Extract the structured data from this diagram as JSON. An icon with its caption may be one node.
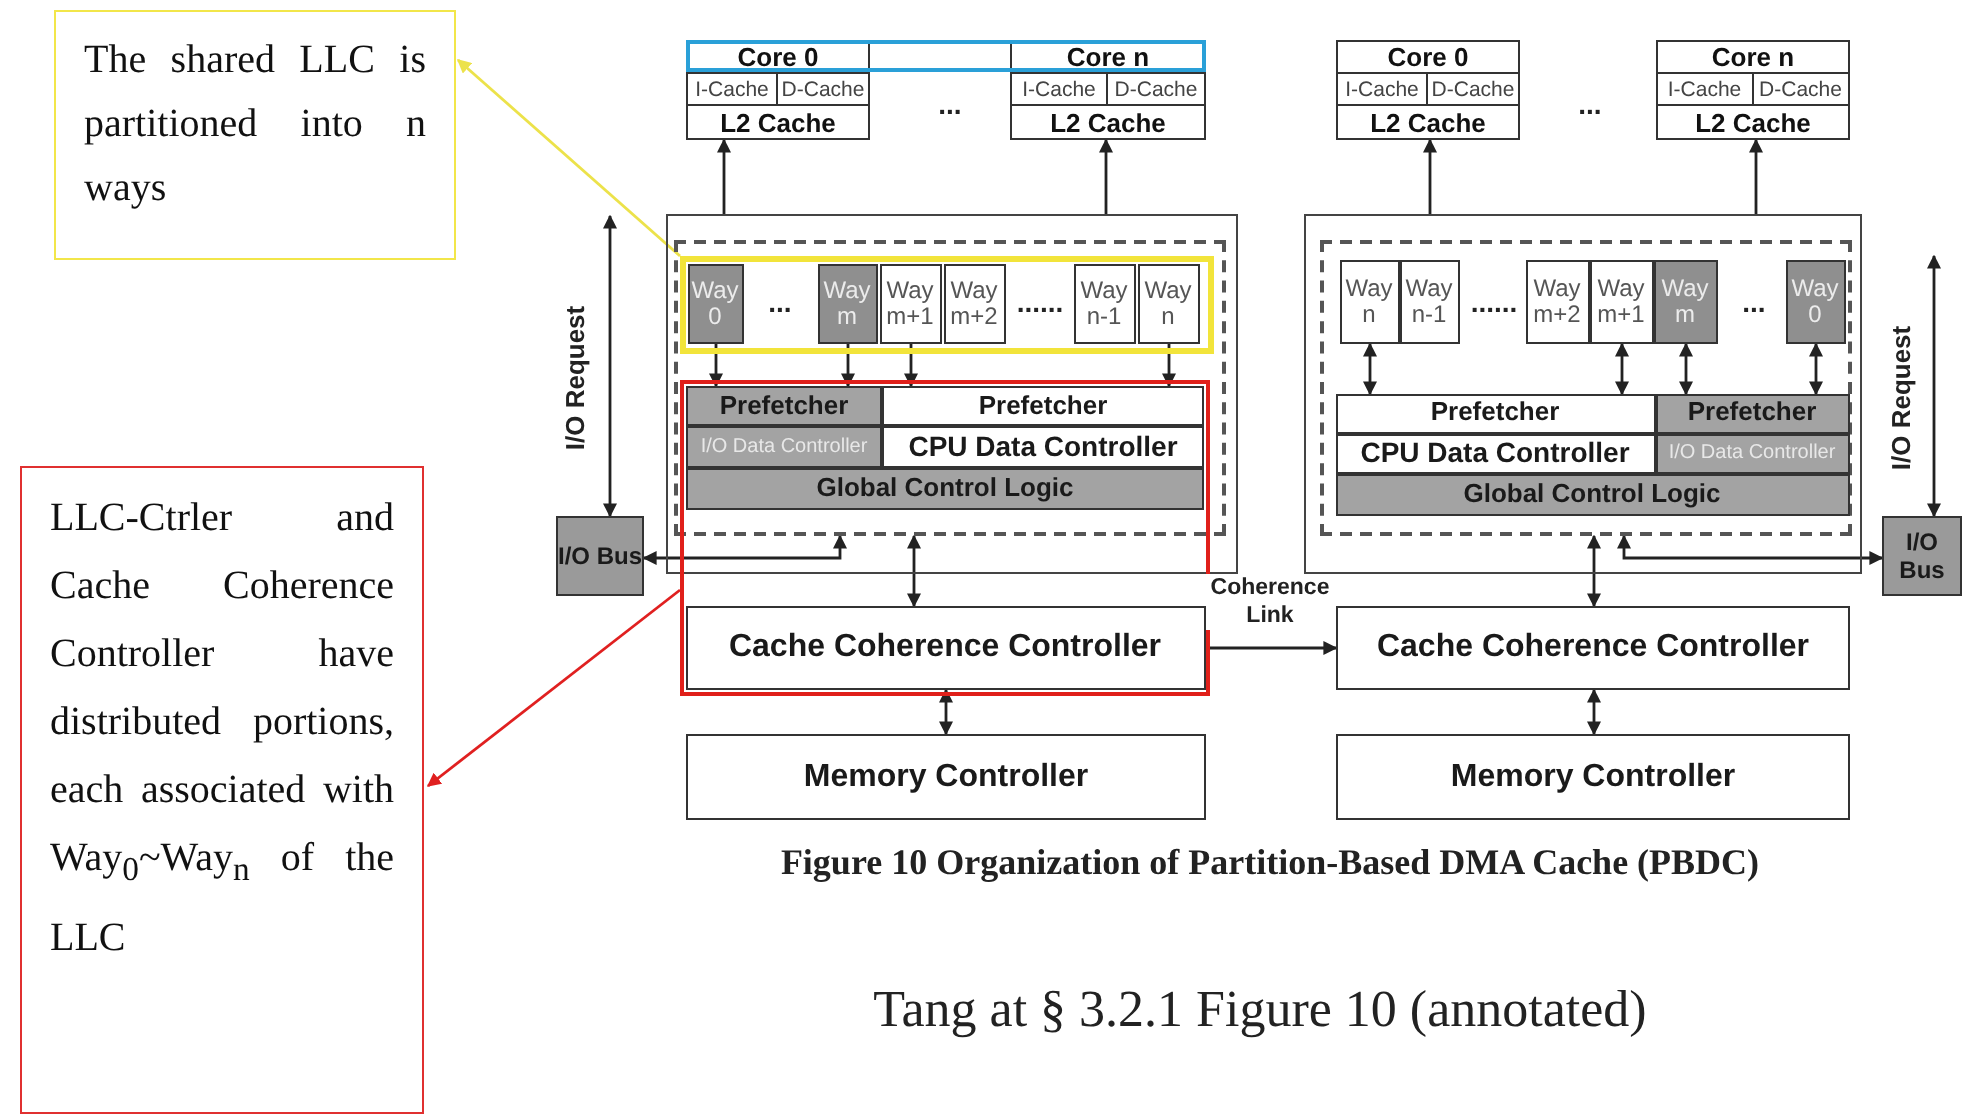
{
  "diagram": {
    "caption": "Figure 10 Organization of Partition-Based DMA Cache (PBDC)",
    "nodes": [
      {
        "text": [
          "The shared LLC is partitioned into n ways"
        ]
      },
      {
        "text": [
          "LLC-Ctrler and Cache Coherence Controller have distributed portions, each associated with Way$_{0}$~Way$_{n}$ of the LLC"
        ]
      },
      {
        "text": [
          "Core 0",
          "I-Cache",
          "D-Cache",
          "L2 Cache"
        ]
      },
      {
        "text": [
          "Core n",
          "I-Cache",
          "D-Cache",
          "L2 Cache"
        ]
      },
      {
        "text": [],
        "shape": "box"
      },
      {
        "text": [],
        "shape": "box",
        "in": 4
      },
      {
        "text": [],
        "shape": "box",
        "in": 5
      },
      {
        "text": [
          "Way 0"
        ],
        "in": 6
      },
      {
        "text": [
          "Way m"
        ],
        "in": 6
      },
      {
        "text": [
          "Way m+1"
        ],
        "in": 6
      },
      {
        "text": [
          "Way m+2"
        ],
        "in": 6
      },
      {
        "text": [
          "Way n-1"
        ],
        "in": 6
      },
      {
        "text": [
          "Way n"
        ],
        "in": 6
      },
      {
        "text": [],
        "shape": "box"
      },
      {
        "text": [
          "Prefetcher"
        ]
      },
      {
        "text": [
          "Prefetcher"
        ]
      },
      {
        "text": [
          "I/O Data Controller"
        ]
      },
      {
        "text": [
          "CPU Data Controller"
        ]
      },
      {
        "text": [
          "Global Control Logic"
        ]
      },
      {
        "text": [
          "Cache Coherence Controller"
        ],
        "in": 13
      },
      {
        "text": [
          "Memory Controller"
        ]
      },
      {
        "text": [
          "I/O Bus"
        ]
      },
      {
        "text": [
          "Core 0",
          "I-Cache",
          "D-Cache",
          "L2 Cache"
        ]
      },
      {
        "text": [
          "Core n",
          "I-Cache",
          "D-Cache",
          "L2 Cache"
        ]
      },
      {
        "text": [],
        "shape": "box"
      },
      {
        "text": [],
        "shape": "box",
        "in": 24
      },
      {
        "text": [
          "Way n"
        ],
        "in": 25
      },
      {
        "text": [
          "Way n-1"
        ],
        "in": 25
      },
      {
        "text": [
          "Way m+2"
        ],
        "in": 25
      },
      {
        "text": [
          "Way m+1"
        ],
        "in": 25
      },
      {
        "text": [
          "Way m"
        ],
        "in": 25
      },
      {
        "text": [
          "Way 0"
        ],
        "in": 25
      },
      {
        "text": [
          "Prefetcher"
        ],
        "in": 25
      },
      {
        "text": [
          "Prefetcher"
        ],
        "in": 25
      },
      {
        "text": [
          "CPU Data Controller"
        ],
        "in": 25
      },
      {
        "text": [
          "I/O Data Controller"
        ],
        "in": 25
      },
      {
        "text": [
          "Global Control Logic"
        ],
        "in": 25
      },
      {
        "text": [
          "Cache Coherence Controller"
        ]
      },
      {
        "text": [
          "Memory Controller"
        ]
      },
      {
        "text": [
          "I/O Bus"
        ]
      }
    ],
    "edges": [
      {
        "from": 6,
        "to": 0,
        "arrow": "to",
        "color": "#ece24a"
      },
      {
        "from": 13,
        "to": 1,
        "arrow": "to",
        "color": "#e02020"
      },
      {
        "from": 4,
        "to": 2,
        "arrow": "to"
      },
      {
        "from": 4,
        "to": 3,
        "arrow": "to"
      },
      {
        "from": 7,
        "to": 14,
        "arrow": "to"
      },
      {
        "from": 8,
        "to": 14,
        "arrow": "to"
      },
      {
        "from": 9,
        "to": 15,
        "arrow": "to"
      },
      {
        "from": 12,
        "to": 15,
        "arrow": "to"
      },
      {
        "from": 5,
        "to": 19,
        "arrow": "both"
      },
      {
        "from": 5,
        "to": 21,
        "arrow": "both"
      },
      {
        "from": 19,
        "to": 20,
        "arrow": "both"
      },
      {
        "from": 19,
        "to": 37,
        "arrow": "to",
        "label": "Coherence Link"
      },
      {
        "from": 21,
        "to": null,
        "arrow": "both",
        "label": "I/O Request"
      },
      {
        "from": 24,
        "to": 22,
        "arrow": "to"
      },
      {
        "from": 24,
        "to": 23,
        "arrow": "to"
      },
      {
        "from": 26,
        "to": 32,
        "arrow": "both"
      },
      {
        "from": 29,
        "to": 32,
        "arrow": "both"
      },
      {
        "from": 30,
        "to": 33,
        "arrow": "both"
      },
      {
        "from": 31,
        "to": 33,
        "arrow": "both"
      },
      {
        "from": 25,
        "to": 37,
        "arrow": "both"
      },
      {
        "from": 25,
        "to": 39,
        "arrow": "both"
      },
      {
        "from": 37,
        "to": 38,
        "arrow": "both"
      },
      {
        "from": 39,
        "to": null,
        "arrow": "both",
        "label": "I/O Request"
      }
    ],
    "labels": [
      "...",
      "...",
      "...",
      "......",
      "......",
      "...",
      "Tang at § 3.2.1 Figure 10 (annotated)"
    ]
  }
}
